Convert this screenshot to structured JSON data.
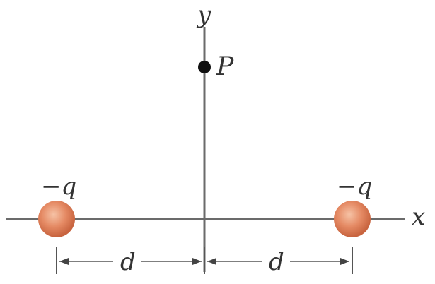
{
  "axes": {
    "x_label": "x",
    "y_label": "y"
  },
  "point": {
    "label": "P",
    "color": "#111111"
  },
  "charges": [
    {
      "label": "−q",
      "color": "#e07a55"
    },
    {
      "label": "−q",
      "color": "#e07a55"
    }
  ],
  "dimensions": [
    {
      "label": "d"
    },
    {
      "label": "d"
    }
  ]
}
